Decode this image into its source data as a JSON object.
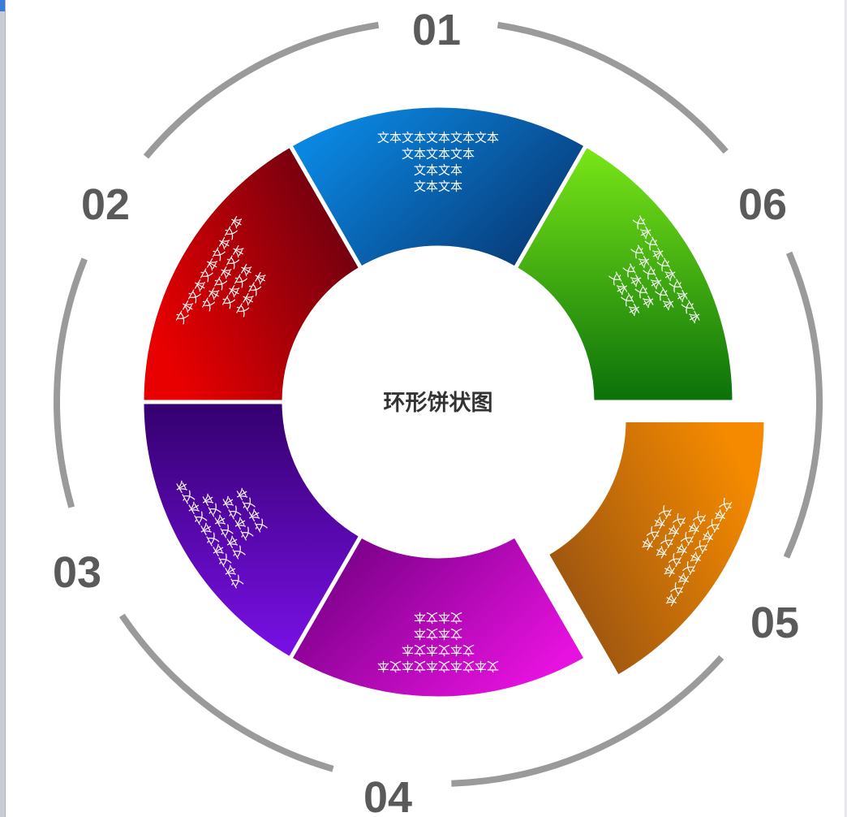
{
  "center_title": "环形饼状图",
  "ring_color": "#9a9a9a",
  "segments": [
    {
      "number": "01",
      "lines": [
        "文本文本文本文本文本",
        "文本文本文本",
        "文本文本",
        "文本文本"
      ],
      "color_light": "#0a86e0",
      "color_dark": "#083c7a",
      "exploded": false
    },
    {
      "number": "06",
      "lines": [
        "文本文本文本文本文本",
        "文本文本文本",
        "文本文本",
        "文本文本"
      ],
      "color_light": "#7ae818",
      "color_dark": "#0a700a",
      "exploded": false
    },
    {
      "number": "05",
      "lines": [
        "文本文本文本文本文本",
        "文本文本文本",
        "文本文本",
        "文本文本"
      ],
      "color_light": "#f58a00",
      "color_dark": "#9a5410",
      "exploded": true
    },
    {
      "number": "04",
      "lines": [
        "文本文本文本文本文本",
        "文本文本文本",
        "文本文本",
        "文本文本"
      ],
      "color_light": "#e812e0",
      "color_dark": "#7a0088",
      "exploded": false
    },
    {
      "number": "03",
      "lines": [
        "文本文本文本文本文本",
        "文本文本文本",
        "文本文本",
        "文本文本"
      ],
      "color_light": "#7a10e8",
      "color_dark": "#34006e",
      "exploded": false
    },
    {
      "number": "02",
      "lines": [
        "文本文本文本文本文本",
        "文本文本文本",
        "文本文本",
        "文本文本"
      ],
      "color_light": "#e80000",
      "color_dark": "#6e0010",
      "exploded": false
    }
  ]
}
